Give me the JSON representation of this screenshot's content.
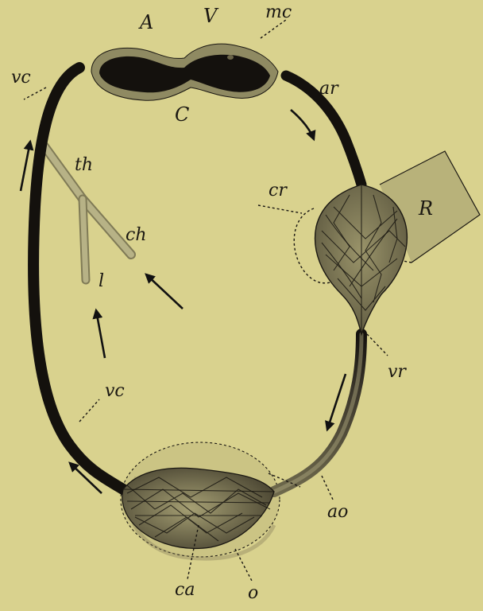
{
  "figure": {
    "labels": {
      "A": "A",
      "V": "V",
      "mc": "mc",
      "vc_top": "vc",
      "C": "C",
      "ar": "ar",
      "th": "th",
      "cr": "cr",
      "R": "R",
      "ch": "ch",
      "l": "l",
      "vr": "vr",
      "vc_bottom": "vc",
      "ao": "ao",
      "ca": "ca",
      "o": "o"
    },
    "colors": {
      "background": "#d9d28e",
      "vessel_dark": "#14110d",
      "heart_rim": "#8f8a62",
      "kidney_box": "#b8b27a",
      "lymph_vessel": "#a9a47a",
      "capillary_fill": "#8c8660"
    }
  }
}
